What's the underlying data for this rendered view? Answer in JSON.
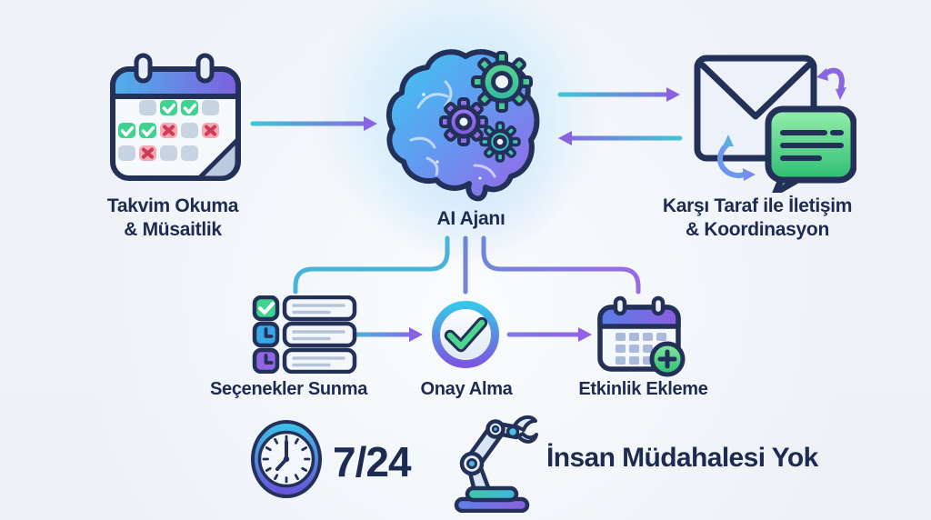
{
  "diagram": {
    "background_color": "#eff3f8",
    "text_color": "#1d2b50",
    "arrow_gradient": [
      "#3fc6d8",
      "#8a63e2"
    ],
    "status_colors": {
      "available_green": "#3ed38e",
      "busy_red": "#ef5b6e",
      "neutral_gray": "#c9d4e2"
    },
    "top_row": {
      "calendar_node": {
        "icon": "calendar-availability-icon",
        "label": "Takvim Okuma\n& Müsaitlik"
      },
      "agent_node": {
        "icon": "brain-gears-icon",
        "label": "AI Ajanı"
      },
      "communication_node": {
        "icon": "email-chat-icon",
        "label": "Karşı Taraf ile İletişim\n& Koordinasyon"
      }
    },
    "steps": [
      {
        "icon": "options-checklist-icon",
        "label": "Seçenekler Sunma"
      },
      {
        "icon": "approval-check-icon",
        "label": "Onay Alma"
      },
      {
        "icon": "calendar-add-icon",
        "label": "Etkinlik Ekleme"
      }
    ],
    "footer": [
      {
        "icon": "clock-icon",
        "label": "7/24"
      },
      {
        "icon": "robot-arm-icon",
        "label": "İnsan Müdahalesi Yok"
      }
    ]
  }
}
